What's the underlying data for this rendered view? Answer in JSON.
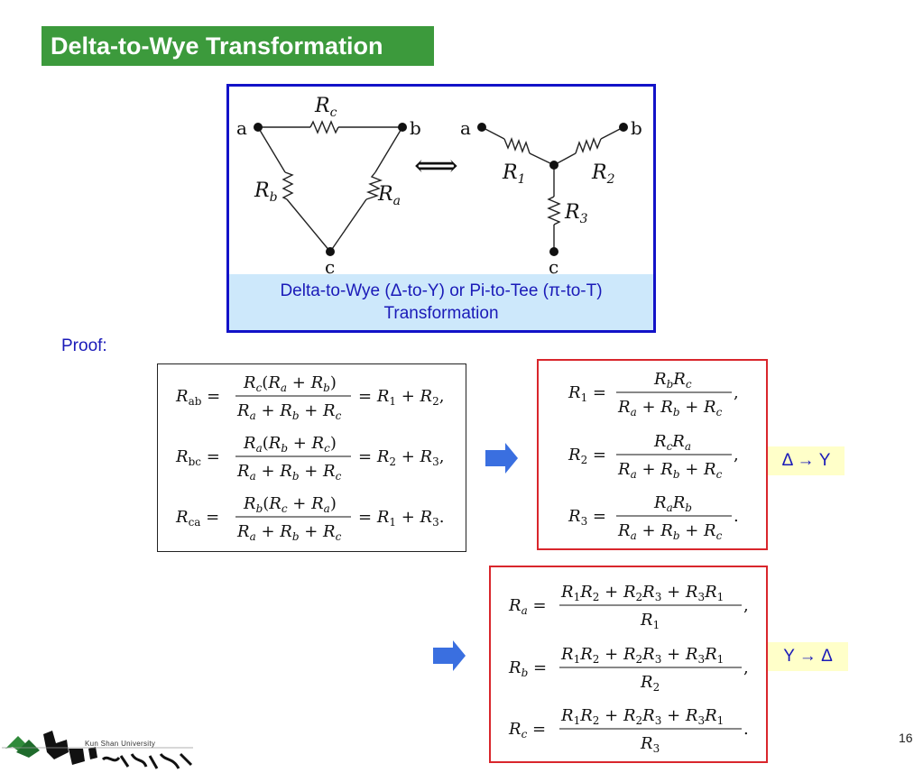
{
  "title": "Delta-to-Wye Transformation",
  "figure": {
    "delta_nodes": [
      "a",
      "b",
      "c"
    ],
    "wye_nodes": [
      "a",
      "b",
      "c"
    ],
    "delta_resistors": {
      "top": "R",
      "top_sub": "c",
      "left": "R",
      "left_sub": "b",
      "right": "R",
      "right_sub": "a"
    },
    "wye_resistors": {
      "r1": "R",
      "r1_sub": "1",
      "r2": "R",
      "r2_sub": "2",
      "r3": "R",
      "r3_sub": "3"
    },
    "equivalence_symbol": "⟺",
    "caption_line1": "Delta-to-Wye (Δ-to-Y) or Pi-to-Tee (π-to-T)",
    "caption_line2": "Transformation"
  },
  "proof_label": "Proof:",
  "tag_delta_to_y": "Δ → Y",
  "tag_y_to_delta": "Y → Δ",
  "page_number": "16",
  "logo": {
    "university_name": "Kun Shan University"
  }
}
